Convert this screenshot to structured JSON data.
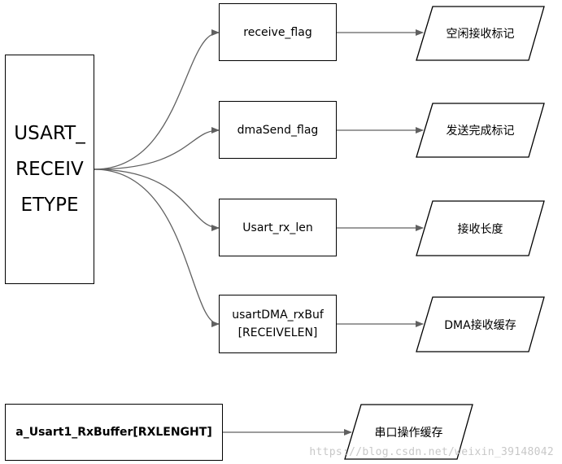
{
  "struct": {
    "name_lines": [
      "USART_",
      "RECEIV",
      "ETYPE"
    ]
  },
  "fields": [
    {
      "name": "receive_flag",
      "desc": "空闲接收标记"
    },
    {
      "name": "dmaSend_flag",
      "desc": "发送完成标记"
    },
    {
      "name": "Usart_rx_len",
      "desc": "接收长度"
    },
    {
      "name_lines": [
        "usartDMA_rxBuf",
        "[RECEIVELEN]"
      ],
      "desc": "DMA接收缓存"
    }
  ],
  "buffer": {
    "name": "a_Usart1_RxBuffer[RXLENGHT]",
    "desc": "串口操作缓存"
  },
  "watermark": "https://blog.csdn.net/weixin_39148042",
  "colors": {
    "line": "#606060",
    "border": "#000000",
    "watermark": "#c8c8c8"
  }
}
